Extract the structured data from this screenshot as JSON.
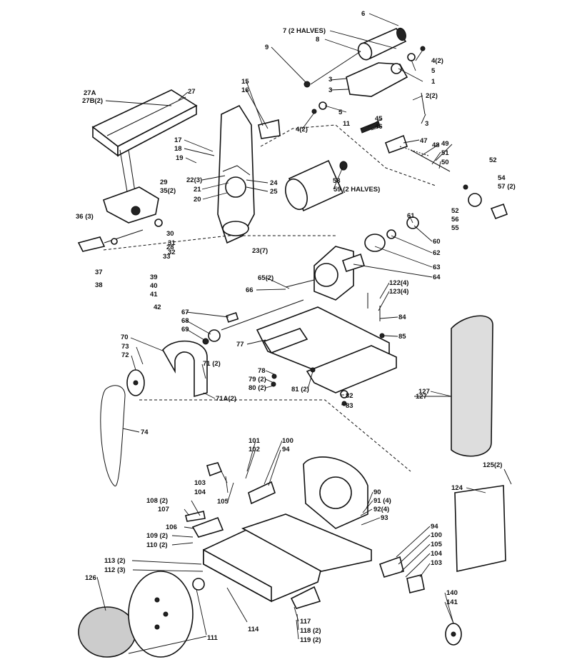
{
  "labels": [
    "6",
    "7 (2 HALVES)",
    "8",
    "9",
    "4(2)",
    "5",
    "1",
    "3",
    "3",
    "2(2)",
    "3",
    "5",
    "4(2)",
    "11",
    "45",
    "46",
    "47",
    "48",
    "49",
    "51",
    "50",
    "27A",
    "27B(2)",
    "27",
    "15",
    "16",
    "17",
    "18",
    "19",
    "22(3)",
    "21",
    "20",
    "24",
    "25",
    "58",
    "59 (2 HALVES)",
    "29",
    "35(2)",
    "36 (3)",
    "28",
    "30",
    "31",
    "32",
    "33",
    "23(7)",
    "37",
    "38",
    "39",
    "40",
    "41",
    "42",
    "61",
    "60",
    "62",
    "63",
    "64",
    "52",
    "54",
    "57 (2)",
    "52",
    "56",
    "55",
    "65(2)",
    "66",
    "67",
    "68",
    "69",
    "122(4)",
    "123(4)",
    "84",
    "85",
    "77",
    "78",
    "79 (2)",
    "80 (2)",
    "81 (2)",
    "82",
    "83",
    "70",
    "73",
    "72",
    "71 (2)",
    "71A(2)",
    "74",
    "127",
    "101",
    "102",
    "100",
    "94",
    "103",
    "104",
    "105",
    "90",
    "91 (4)",
    "92(4)",
    "93",
    "108 (2)",
    "107",
    "106",
    "109 (2)",
    "110 (2)",
    "94",
    "100",
    "105",
    "104",
    "103",
    "113 (2)",
    "112 (3)",
    "126",
    "114",
    "111",
    "117",
    "118 (2)",
    "119 (2)",
    "124",
    "125(2)",
    "127",
    "140",
    "141"
  ]
}
